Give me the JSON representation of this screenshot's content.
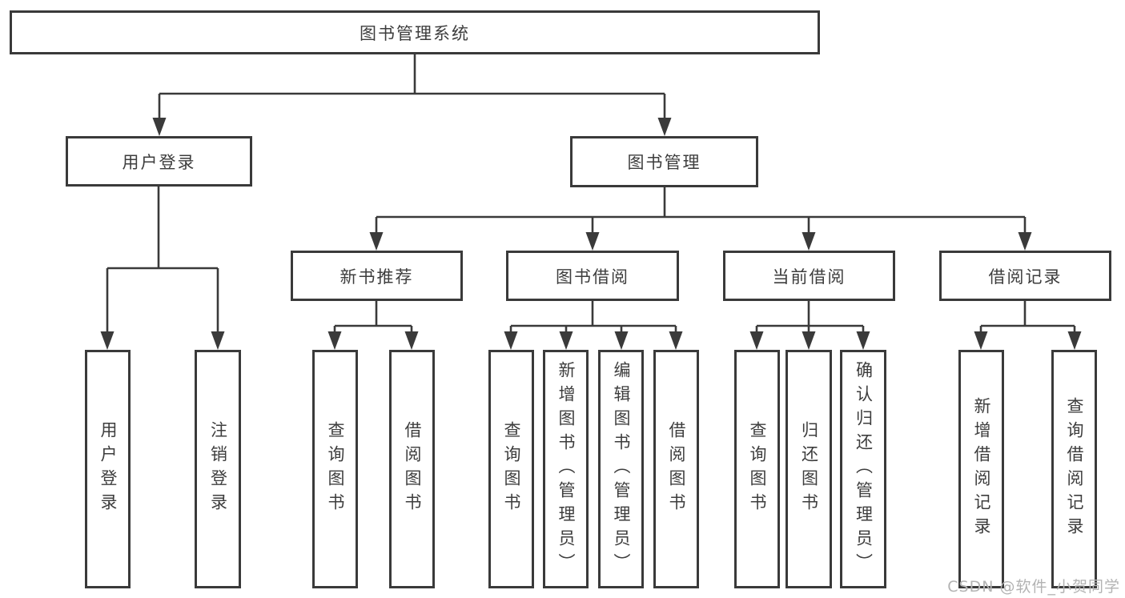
{
  "tree": {
    "root": "图书管理系统",
    "children": [
      {
        "label": "用户登录",
        "children": [
          "用户登录",
          "注销登录"
        ]
      },
      {
        "label": "图书管理",
        "children": [
          {
            "label": "新书推荐",
            "children": [
              "查询图书",
              "借阅图书"
            ]
          },
          {
            "label": "图书借阅",
            "children": [
              "查询图书",
              "新增图书（管理员）",
              "编辑图书（管理员）",
              "借阅图书"
            ]
          },
          {
            "label": "当前借阅",
            "children": [
              "查询图书",
              "归还图书",
              "确认归还（管理员）"
            ]
          },
          {
            "label": "借阅记录",
            "children": [
              "新增借阅记录",
              "查询借阅记录"
            ]
          }
        ]
      }
    ]
  },
  "watermark": {
    "text": "CSDN @软件_小贺同学"
  },
  "colors": {
    "line": "#3a3a3a",
    "text": "#3d3d3d",
    "watermark": "#b3b3b3",
    "background": "#ffffff"
  }
}
